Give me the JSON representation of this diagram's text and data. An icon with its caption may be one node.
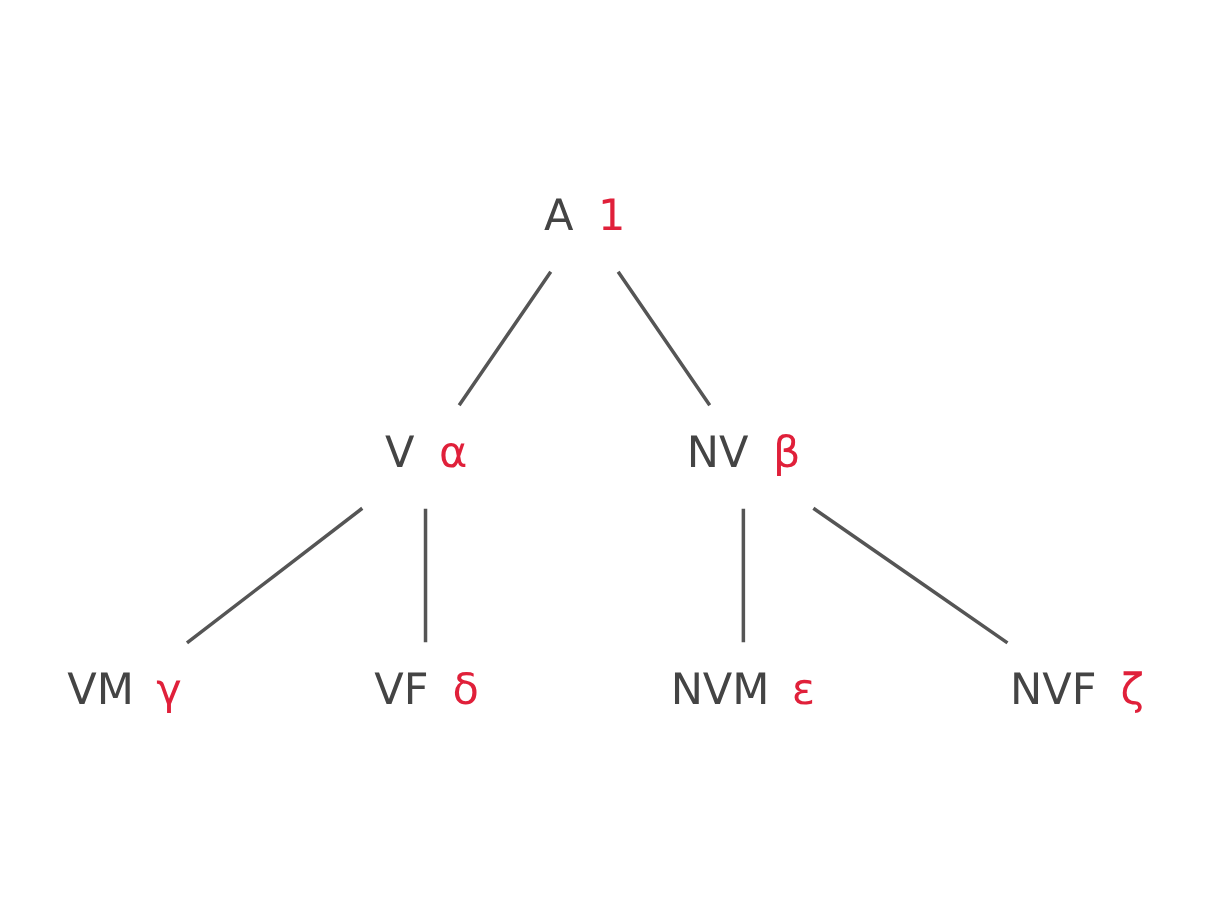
{
  "diagram": {
    "nodes": [
      {
        "text": [
          "A"
        ],
        "beside": [
          "1"
        ]
      },
      {
        "text": [
          "V"
        ],
        "beside": [
          "α"
        ]
      },
      {
        "text": [
          "NV"
        ],
        "beside": [
          "β"
        ]
      },
      {
        "text": [
          "VM"
        ],
        "beside": [
          "γ"
        ]
      },
      {
        "text": [
          "VF"
        ],
        "beside": [
          "δ"
        ]
      },
      {
        "text": [
          "NVM"
        ],
        "beside": [
          "ε"
        ]
      },
      {
        "text": [
          "NVF"
        ],
        "beside": [
          "ζ"
        ]
      }
    ],
    "edges": [
      {
        "from": 0,
        "to": 1,
        "arrow": "none"
      },
      {
        "from": 0,
        "to": 2,
        "arrow": "none"
      },
      {
        "from": 1,
        "to": 3,
        "arrow": "none"
      },
      {
        "from": 1,
        "to": 4,
        "arrow": "none"
      },
      {
        "from": 2,
        "to": 5,
        "arrow": "none"
      },
      {
        "from": 2,
        "to": 6,
        "arrow": "none"
      }
    ]
  }
}
